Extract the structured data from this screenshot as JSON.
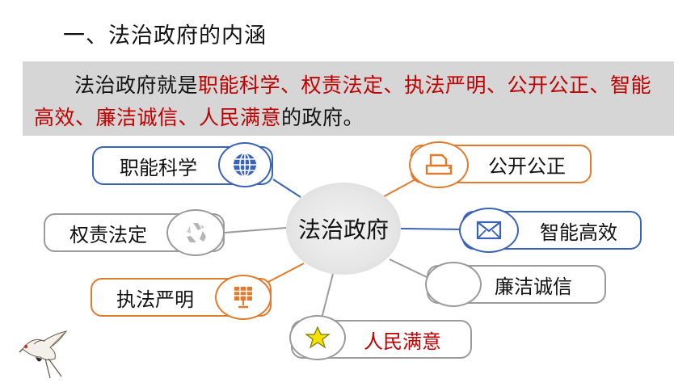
{
  "title": "一、法治政府的内涵",
  "definition": {
    "intro": "法治政府就是",
    "highlight1": "职能科学、权责法定、执法严明、公开公正、智能高效、廉洁诚信、人民满意",
    "outro": "的政府。"
  },
  "center_label": "法治政府",
  "nodes": {
    "n1": {
      "label": "职能科学",
      "icon": "globe-icon",
      "color": "#3a62b8"
    },
    "n2": {
      "label": "公开公正",
      "icon": "printer-icon",
      "color": "#e07a2c"
    },
    "n3": {
      "label": "权责法定",
      "icon": "recycle-icon",
      "color": "#9a9a9a"
    },
    "n4": {
      "label": "智能高效",
      "icon": "mail-icon",
      "color": "#3a62b8"
    },
    "n5": {
      "label": "执法严明",
      "icon": "solar-panel-icon",
      "color": "#e07a2c"
    },
    "n6": {
      "label": "廉洁诚信",
      "icon": "blank-circle-icon",
      "color": "#9a9a9a"
    },
    "n7": {
      "label": "人民满意",
      "icon": "star-icon",
      "color": "#9a9a9a",
      "label_color": "#c00000"
    }
  }
}
